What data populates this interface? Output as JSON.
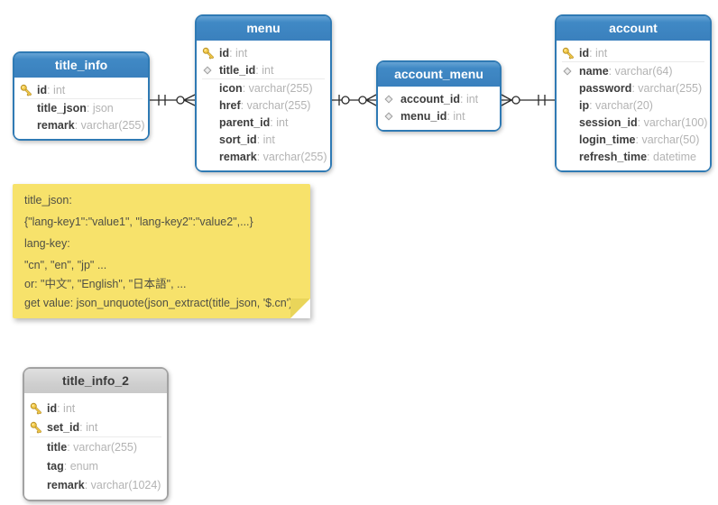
{
  "colors": {
    "blue_header": "#3e88c6",
    "blue_border": "#2f7ab4",
    "gray_header": "#d2d2d2",
    "gray_border": "#a2a2a2",
    "note_bg": "#f7e26b",
    "field_name": "#3d3d3d",
    "field_type": "#b3b3b3",
    "connector": "#2a2a2a",
    "key_icon_gold": "#f5cc49",
    "diamond_icon_gray": "#dedede"
  },
  "tables": [
    {
      "id": "title_info",
      "title": "title_info",
      "style": "blue",
      "fields": [
        {
          "icon": "key",
          "name": "id",
          "type": "int",
          "sep": true
        },
        {
          "icon": "none",
          "name": "title_json",
          "type": "json",
          "sep": false
        },
        {
          "icon": "none",
          "name": "remark",
          "type": "varchar(255)",
          "sep": false
        }
      ]
    },
    {
      "id": "menu",
      "title": "menu",
      "style": "blue",
      "fields": [
        {
          "icon": "key",
          "name": "id",
          "type": "int",
          "sep": false
        },
        {
          "icon": "diamond",
          "name": "title_id",
          "type": "int",
          "sep": true
        },
        {
          "icon": "none",
          "name": "icon",
          "type": "varchar(255)",
          "sep": false
        },
        {
          "icon": "none",
          "name": "href",
          "type": "varchar(255)",
          "sep": false
        },
        {
          "icon": "none",
          "name": "parent_id",
          "type": "int",
          "sep": false
        },
        {
          "icon": "none",
          "name": "sort_id",
          "type": "int",
          "sep": false
        },
        {
          "icon": "none",
          "name": "remark",
          "type": "varchar(255)",
          "sep": false
        }
      ]
    },
    {
      "id": "account_menu",
      "title": "account_menu",
      "style": "blue",
      "fields": [
        {
          "icon": "diamond",
          "name": "account_id",
          "type": "int",
          "sep": false
        },
        {
          "icon": "diamond",
          "name": "menu_id",
          "type": "int",
          "sep": false
        }
      ]
    },
    {
      "id": "account",
      "title": "account",
      "style": "blue",
      "fields": [
        {
          "icon": "key",
          "name": "id",
          "type": "int",
          "sep": true
        },
        {
          "icon": "diamond",
          "name": "name",
          "type": "varchar(64)",
          "sep": false
        },
        {
          "icon": "none",
          "name": "password",
          "type": "varchar(255)",
          "sep": false
        },
        {
          "icon": "none",
          "name": "ip",
          "type": "varchar(20)",
          "sep": false
        },
        {
          "icon": "none",
          "name": "session_id",
          "type": "varchar(100)",
          "sep": false
        },
        {
          "icon": "none",
          "name": "login_time",
          "type": "varchar(50)",
          "sep": false
        },
        {
          "icon": "none",
          "name": "refresh_time",
          "type": "datetime",
          "sep": false
        }
      ]
    },
    {
      "id": "title_info_2",
      "title": "title_info_2",
      "style": "gray",
      "fields": [
        {
          "icon": "key",
          "name": "id",
          "type": "int",
          "sep": false
        },
        {
          "icon": "key",
          "name": "set_id",
          "type": "int",
          "sep": true
        },
        {
          "icon": "none",
          "name": "title",
          "type": "varchar(255)",
          "sep": false
        },
        {
          "icon": "none",
          "name": "tag",
          "type": "enum",
          "sep": false
        },
        {
          "icon": "none",
          "name": "remark",
          "type": "varchar(1024)",
          "sep": false
        }
      ]
    }
  ],
  "note": {
    "lines": [
      "title_json:",
      "{\"lang-key1\":\"value1\", \"lang-key2\":\"value2\",...}",
      "lang-key:",
      "\"cn\", \"en\", \"jp\" ...",
      "or: \"中文\", \"English\", \"日本語\", ...",
      "get value: json_unquote(json_extract(title_json, '$.cn')"
    ]
  },
  "relationships": [
    {
      "from": "title_info",
      "to": "menu",
      "from_cardinality": "one-and-only-one",
      "to_cardinality": "zero-or-many"
    },
    {
      "from": "menu",
      "to": "account_menu",
      "from_cardinality": "zero-or-one",
      "to_cardinality": "zero-or-many"
    },
    {
      "from": "account_menu",
      "to": "account",
      "from_cardinality": "zero-or-many",
      "to_cardinality": "one-and-only-one"
    }
  ]
}
